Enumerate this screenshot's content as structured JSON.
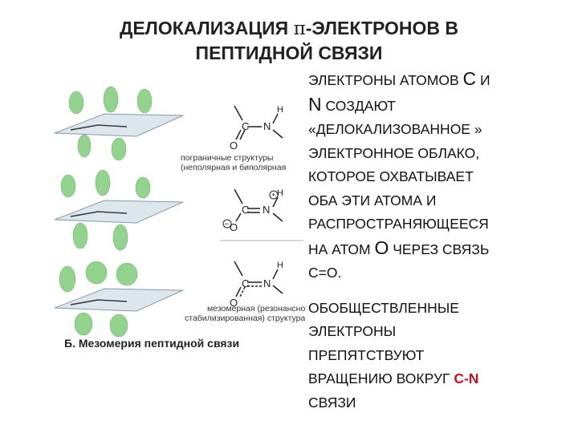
{
  "title": {
    "line1_pre": "ДЕЛОКАЛИЗАЦИЯ ",
    "pi": "π",
    "line1_post": "-ЭЛЕКТРОНОВ В",
    "line2": "ПЕПТИДНОЙ СВЯЗИ"
  },
  "text": {
    "p1_a": "ЭЛЕКТРОНЫ АТОМОВ ",
    "p1_c": "С",
    "p1_i": " И",
    "p1_n": "N",
    "p1_b": " СОЗДАЮТ",
    "p1_c2": "«ДЕЛОКАЛИЗОВАННОЕ »",
    "p1_d": "ЭЛЕКТРОННОЕ ОБЛАКО,",
    "p1_e": "КОТОРОЕ ОХВАТЫВАЕТ",
    "p1_f": "ОБА ЭТИ АТОМА И",
    "p1_g": "РАСПРОСТРАНЯЮЩЕЕСЯ",
    "p1_h1": "НА АТОМ ",
    "p1_o": "О",
    "p1_h2": " ЧЕРЕЗ СВЯЗЬ",
    "p1_i2": "С=О.",
    "p2_a": "ОБОБЩЕСТВЛЕННЫЕ",
    "p2_b": "ЭЛЕКТРОНЫ",
    "p2_c": "ПРЕПЯТСТВУЮТ",
    "p2_d": "ВРАЩЕНИЮ ВОКРУГ ",
    "p2_cn": "C-N",
    "p2_e": "СВЯЗИ"
  },
  "figure": {
    "label_boundary_1": "пограничные структуры",
    "label_boundary_2": "(неполярная и биполярная",
    "label_meso_1": "мезомерная (резонансно",
    "label_meso_2": "стабилизированная) структура",
    "caption": "Б. Мезомерия пептидной связи",
    "atom_c": "C",
    "atom_n": "N",
    "atom_o": "O",
    "atom_h": "H",
    "plus": "+",
    "minus": "−"
  },
  "colors": {
    "orbital": "#8fd08a",
    "plane": "#dfe8ee",
    "accent_red": "#c0141c"
  }
}
